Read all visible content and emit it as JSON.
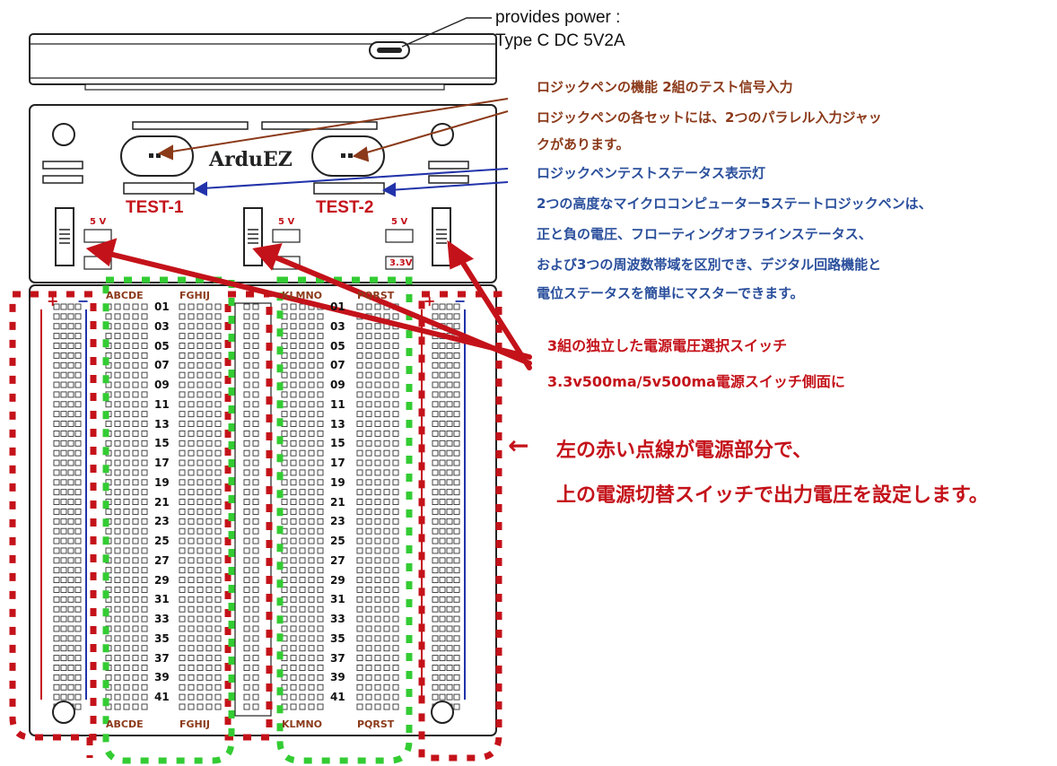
{
  "power_label": {
    "line1": "provides power :",
    "line2": "Type C DC 5V2A"
  },
  "board": {
    "logo": "ArduEZ",
    "test1": "TEST-1",
    "test2": "TEST-2",
    "v5": "5 V",
    "v33": "3.3V",
    "cols_left": "ABCDE",
    "cols_left2": "FGHIJ",
    "cols_right": "KLMNO",
    "cols_right2": "PQRST",
    "plus": "+",
    "minus": "−"
  },
  "annotations": {
    "logic_title": "ロジックペンの機能  2組のテスト信号入力",
    "logic_sets_1": "ロジックペンの各セットには、2つのパラレル入力ジャッ",
    "logic_sets_2": "クがあります。",
    "indicator_title": "ロジックペンテストステータス表示灯",
    "indicator_desc_1": "2つの高度なマイクロコンピューター5ステートロジックペンは、",
    "indicator_desc_2": "正と負の電圧、フローティングオフラインステータス、",
    "indicator_desc_3": "および3つの周波数帯域を区別でき、デジタル回路機能と",
    "indicator_desc_4": "電位ステータスを簡単にマスターできます。",
    "switch_title": "3組の独立した電源電圧選択スイッチ",
    "switch_desc": "3.3v500ma/5v500ma電源スイッチ側面に",
    "arrow_glyph": "←",
    "power_note_1": "左の赤い点線が電源部分で、",
    "power_note_2": "上の電源切替スイッチで出力電圧を設定します。"
  },
  "row_numbers": [
    "01",
    "03",
    "05",
    "07",
    "09",
    "11",
    "13",
    "15",
    "17",
    "19",
    "21",
    "23",
    "25",
    "27",
    "29",
    "31",
    "33",
    "35",
    "37",
    "39",
    "41"
  ],
  "colors": {
    "outline": "#222222",
    "red_dotted": "#c4121a",
    "green_dotted": "#33cc33",
    "brown_text": "#8b3a1a",
    "blue_text": "#2a4f9c",
    "arrow_red": "#c4121a",
    "arrow_blue": "#2233aa"
  }
}
